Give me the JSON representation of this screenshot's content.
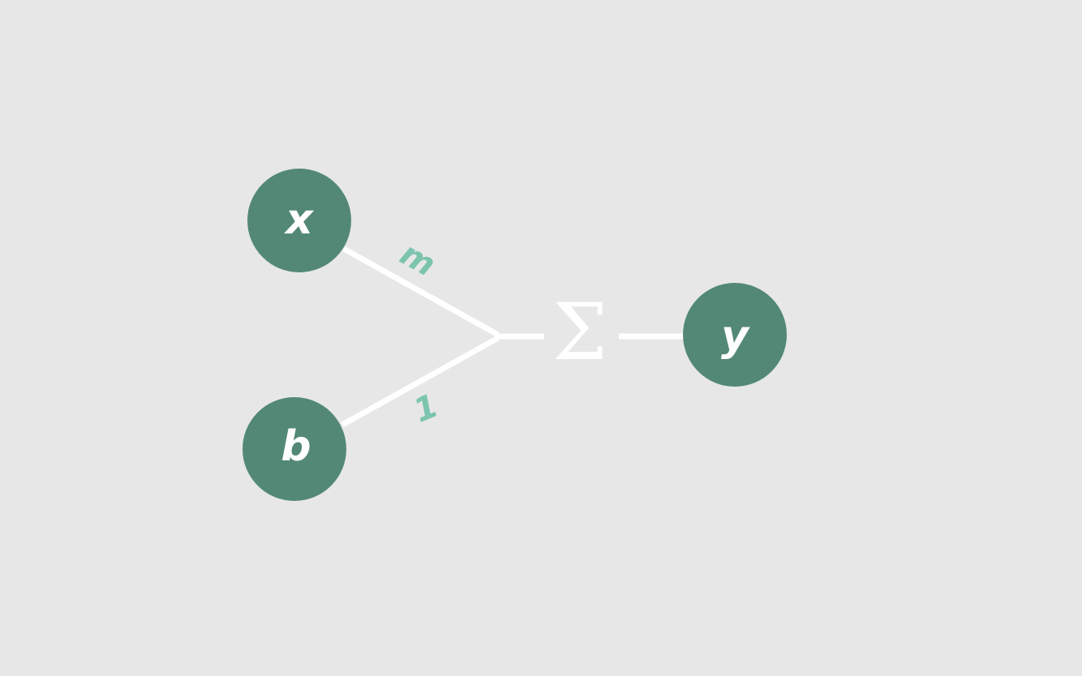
{
  "colors": {
    "background": "#e7e7e7",
    "node": "#538877",
    "edge": "#ffffff",
    "weight": "#7cc4ae"
  },
  "nodes": {
    "x": "x",
    "b": "b",
    "y": "y"
  },
  "weights": {
    "x_to_sum": "m",
    "b_to_sum": "1"
  },
  "sum_symbol": "Σ"
}
